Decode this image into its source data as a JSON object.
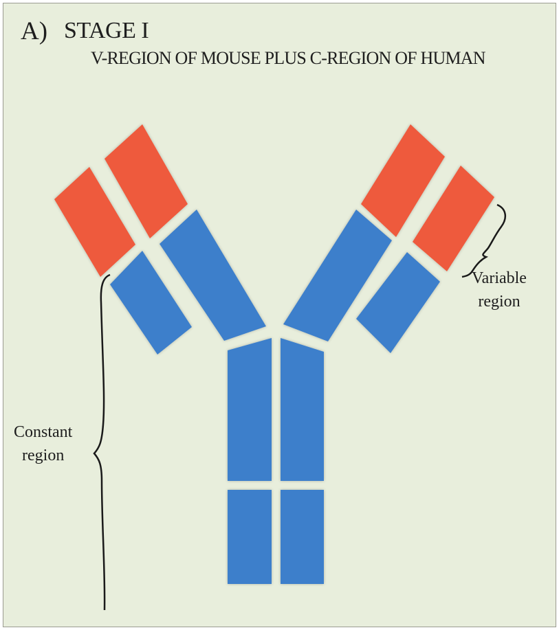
{
  "panel_label": "A)",
  "title": "STAGE I",
  "subtitle": "V-REGION OF MOUSE PLUS C-REGION OF HUMAN",
  "labels": {
    "variable_line1": "Variable",
    "variable_line2": "region",
    "constant_line1": "Constant",
    "constant_line2": "region"
  },
  "colors": {
    "background": "#e8eedc",
    "variable_region": "#ee5a3c",
    "constant_region": "#3e7fcb",
    "bracket": "#1a1a1a"
  }
}
